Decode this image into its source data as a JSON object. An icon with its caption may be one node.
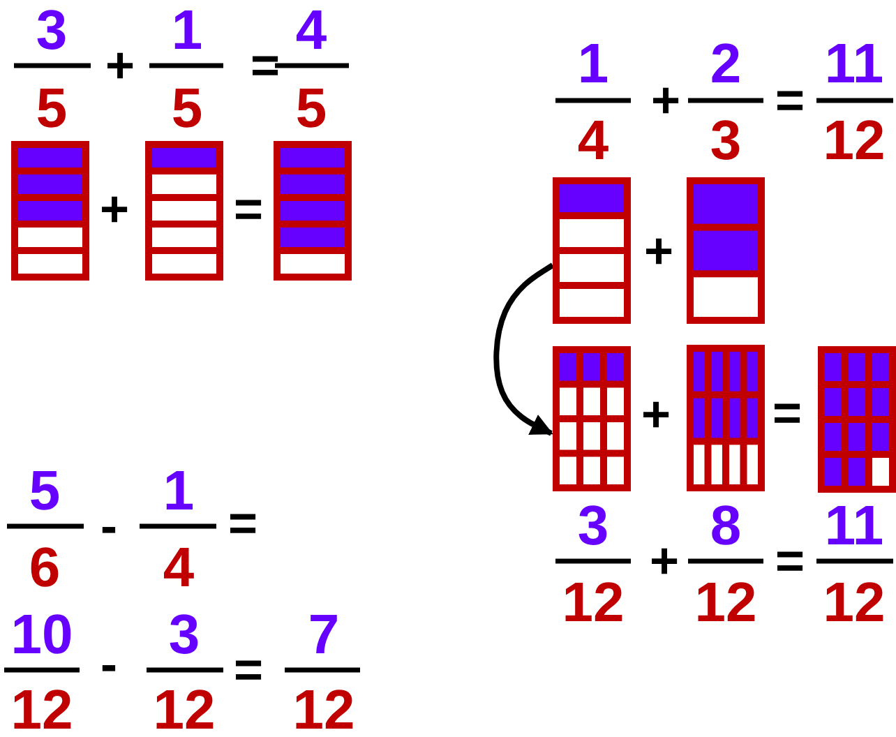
{
  "diagram": {
    "nodes": [
      {
        "text": [],
        "shape": "box"
      },
      {
        "text": [],
        "shape": "box"
      }
    ],
    "edges": [
      {
        "from": 0,
        "to": 1,
        "arrow": "to"
      }
    ],
    "labels": [
      "3",
      "5",
      "+",
      "1",
      "5",
      "=",
      "4",
      "5",
      "+",
      "=",
      "1",
      "4",
      "+",
      "2",
      "3",
      "=",
      "11",
      "12",
      "+",
      "+",
      "=",
      "3",
      "12",
      "+",
      "8",
      "12",
      "=",
      "11",
      "12",
      "5",
      "6",
      "-",
      "1",
      "4",
      "=",
      "10",
      "12",
      "-",
      "3",
      "12",
      "=",
      "7",
      "12"
    ]
  }
}
